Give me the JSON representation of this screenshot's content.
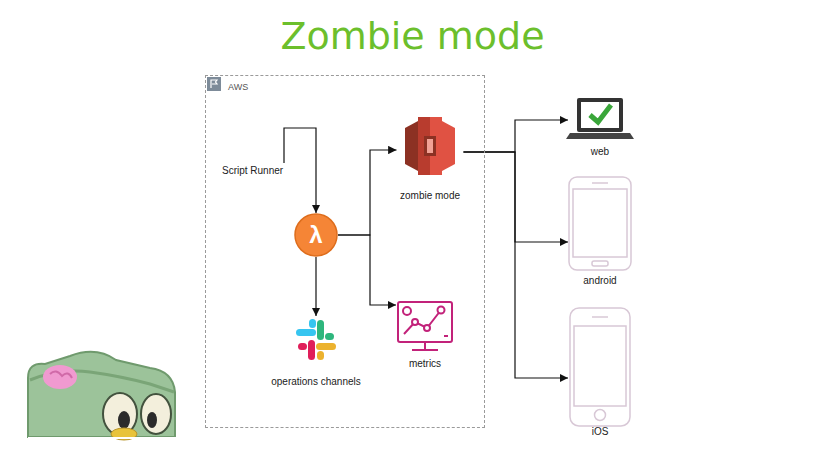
{
  "diagram": {
    "title": "Zombie mode",
    "nodes": [
      {
        "text": [
          "AWS"
        ]
      },
      {
        "text": [
          "Script Runner"
        ],
        "in": 0
      },
      {
        "text": [
          "λ"
        ],
        "in": 0
      },
      {
        "text": [
          "zombie mode"
        ],
        "in": 0
      },
      {
        "text": [
          "operations channels"
        ],
        "in": 0
      },
      {
        "text": [
          "metrics"
        ],
        "in": 0
      },
      {
        "text": [
          "web"
        ]
      },
      {
        "text": [
          "android"
        ]
      },
      {
        "text": [
          "iOS"
        ]
      }
    ],
    "edges": [
      {
        "from": 1,
        "to": 2,
        "arrow": "to"
      },
      {
        "from": 2,
        "to": 3,
        "arrow": "to"
      },
      {
        "from": 2,
        "to": 4,
        "arrow": "to"
      },
      {
        "from": 2,
        "to": 5,
        "arrow": "to"
      },
      {
        "from": 3,
        "to": 6,
        "arrow": "to"
      },
      {
        "from": 3,
        "to": 7,
        "arrow": "to"
      },
      {
        "from": 3,
        "to": 8,
        "arrow": "to"
      }
    ]
  }
}
